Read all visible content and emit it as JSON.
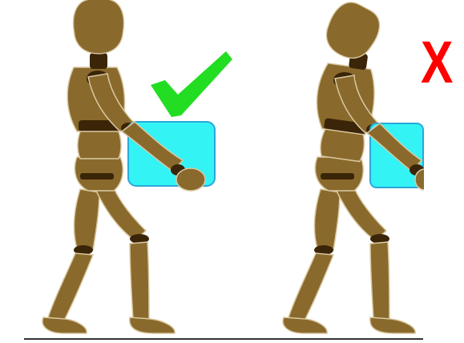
{
  "illustration": {
    "incorrect_mark": "X",
    "colors": {
      "wood": "#8a6a2c",
      "wood_dark": "#5a3d14",
      "wood_highlight": "#d9c9a3",
      "joint": "#3b2508",
      "box_fill": "#33f3f5",
      "box_stroke": "#2aa8d8",
      "check_mark": "#22dd22",
      "cross_mark": "#ff0000",
      "ground": "#333333"
    },
    "icons": [
      "check-icon",
      "cross-icon"
    ],
    "panels": [
      {
        "posture": "upright",
        "verdict": "correct"
      },
      {
        "posture": "stooped",
        "verdict": "incorrect"
      }
    ]
  }
}
